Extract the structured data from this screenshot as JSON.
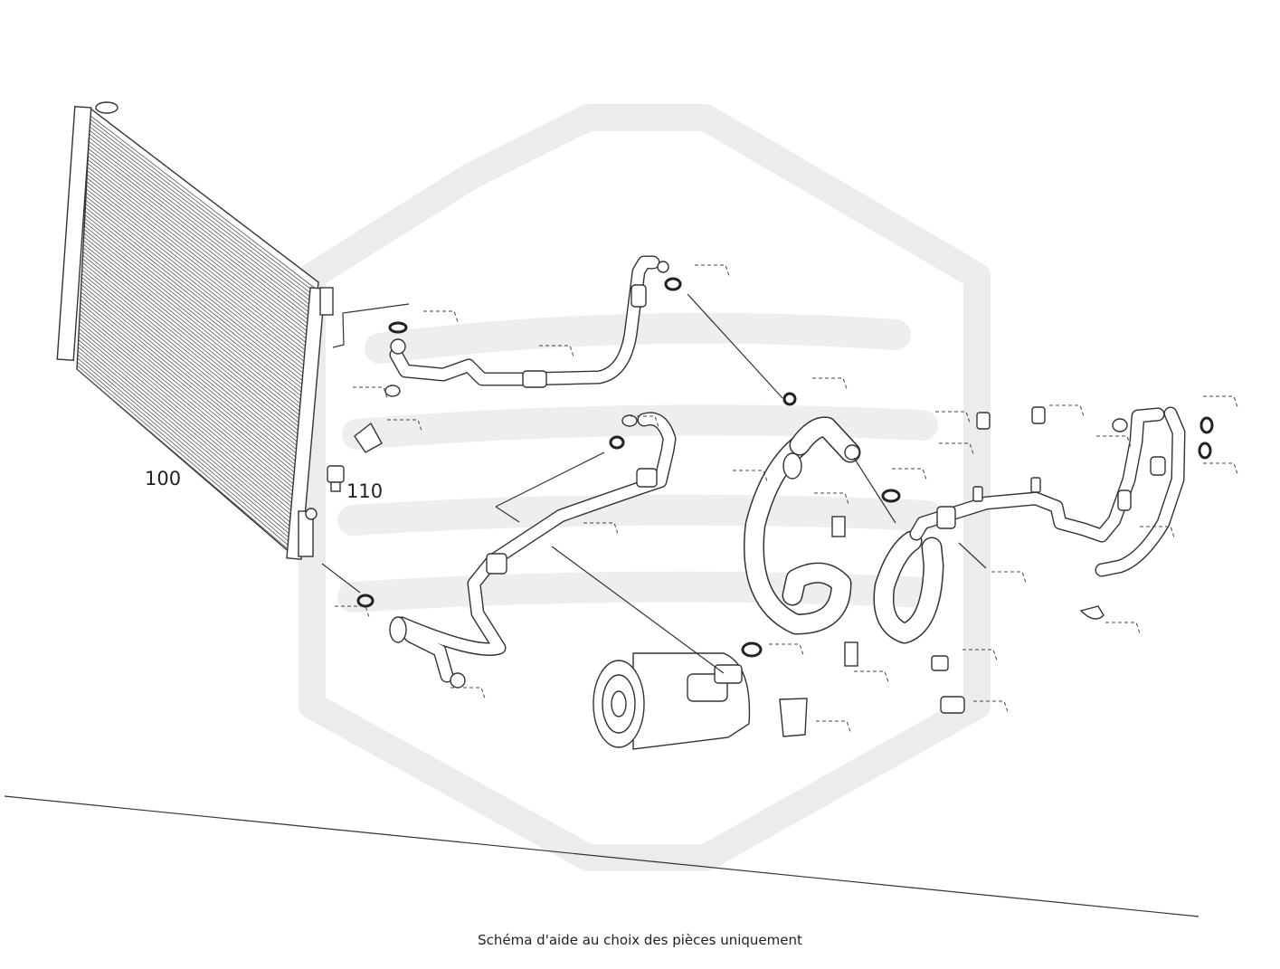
{
  "diagram": {
    "callouts": [
      {
        "id": "condenser",
        "label": "100"
      },
      {
        "id": "bracket",
        "label": "110"
      }
    ],
    "caption": "Schéma d'aide au choix des pièces uniquement"
  }
}
